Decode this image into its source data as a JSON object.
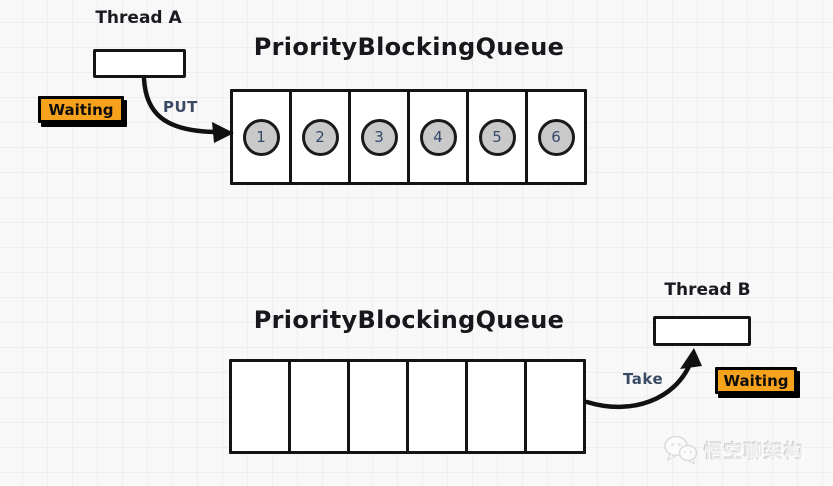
{
  "diagram": {
    "top": {
      "thread_label": "Thread A",
      "action_label": "PUT",
      "status_label": "Waiting",
      "queue_title": "PriorityBlockingQueue",
      "slots": [
        "1",
        "2",
        "3",
        "4",
        "5",
        "6"
      ]
    },
    "bottom": {
      "thread_label": "Thread B",
      "action_label": "Take",
      "status_label": "Waiting",
      "queue_title": "PriorityBlockingQueue",
      "slots": [
        "",
        "",
        "",
        "",
        "",
        ""
      ]
    },
    "watermark": {
      "icon": "wechat-icon",
      "text": "悟空聊架构"
    },
    "colors": {
      "background": "#f8f8f9",
      "grid_line": "#eeeef0",
      "stroke": "#141414",
      "badge_orange": "#f7a21c",
      "slot_circle_fill": "#c9c9c9",
      "slot_number": "#35496b",
      "action_text": "#3b4a63",
      "watermark_gray": "#ececec"
    }
  }
}
